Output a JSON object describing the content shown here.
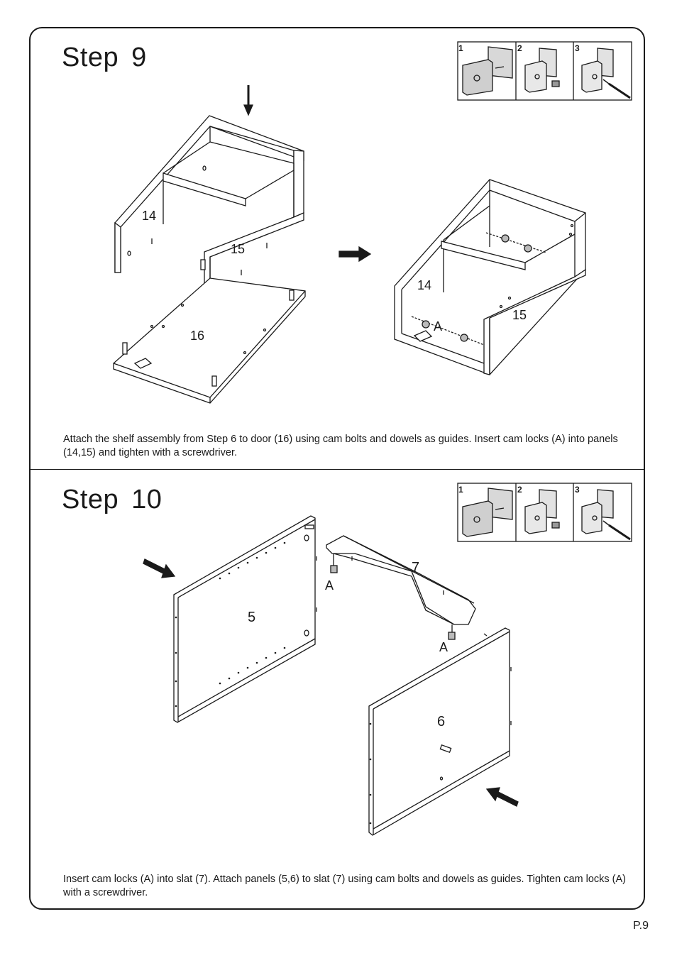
{
  "page_number": "P.9",
  "steps": [
    {
      "title_word": "Step",
      "title_number": "9",
      "instruction": "Attach the shelf assembly from Step 6 to door (16) using cam bolts and dowels as guides. Insert cam locks (A) into panels (14,15) and tighten with a screwdriver.",
      "part_labels": {
        "left_panel": "14",
        "right_panel": "15",
        "door": "16",
        "assembled_left": "14",
        "assembled_right": "15",
        "cam_lock": "A"
      },
      "inset_labels": [
        "1",
        "2",
        "3"
      ]
    },
    {
      "title_word": "Step",
      "title_number": "10",
      "instruction": "Insert cam locks (A) into slat (7). Attach panels (5,6) to slat (7) using cam bolts and dowels as guides. Tighten cam locks (A) with a screwdriver.",
      "part_labels": {
        "panel_left": "5",
        "panel_right": "6",
        "slat": "7",
        "cam_lock_top": "A",
        "cam_lock_bottom": "A"
      },
      "inset_labels": [
        "1",
        "2",
        "3"
      ]
    }
  ]
}
